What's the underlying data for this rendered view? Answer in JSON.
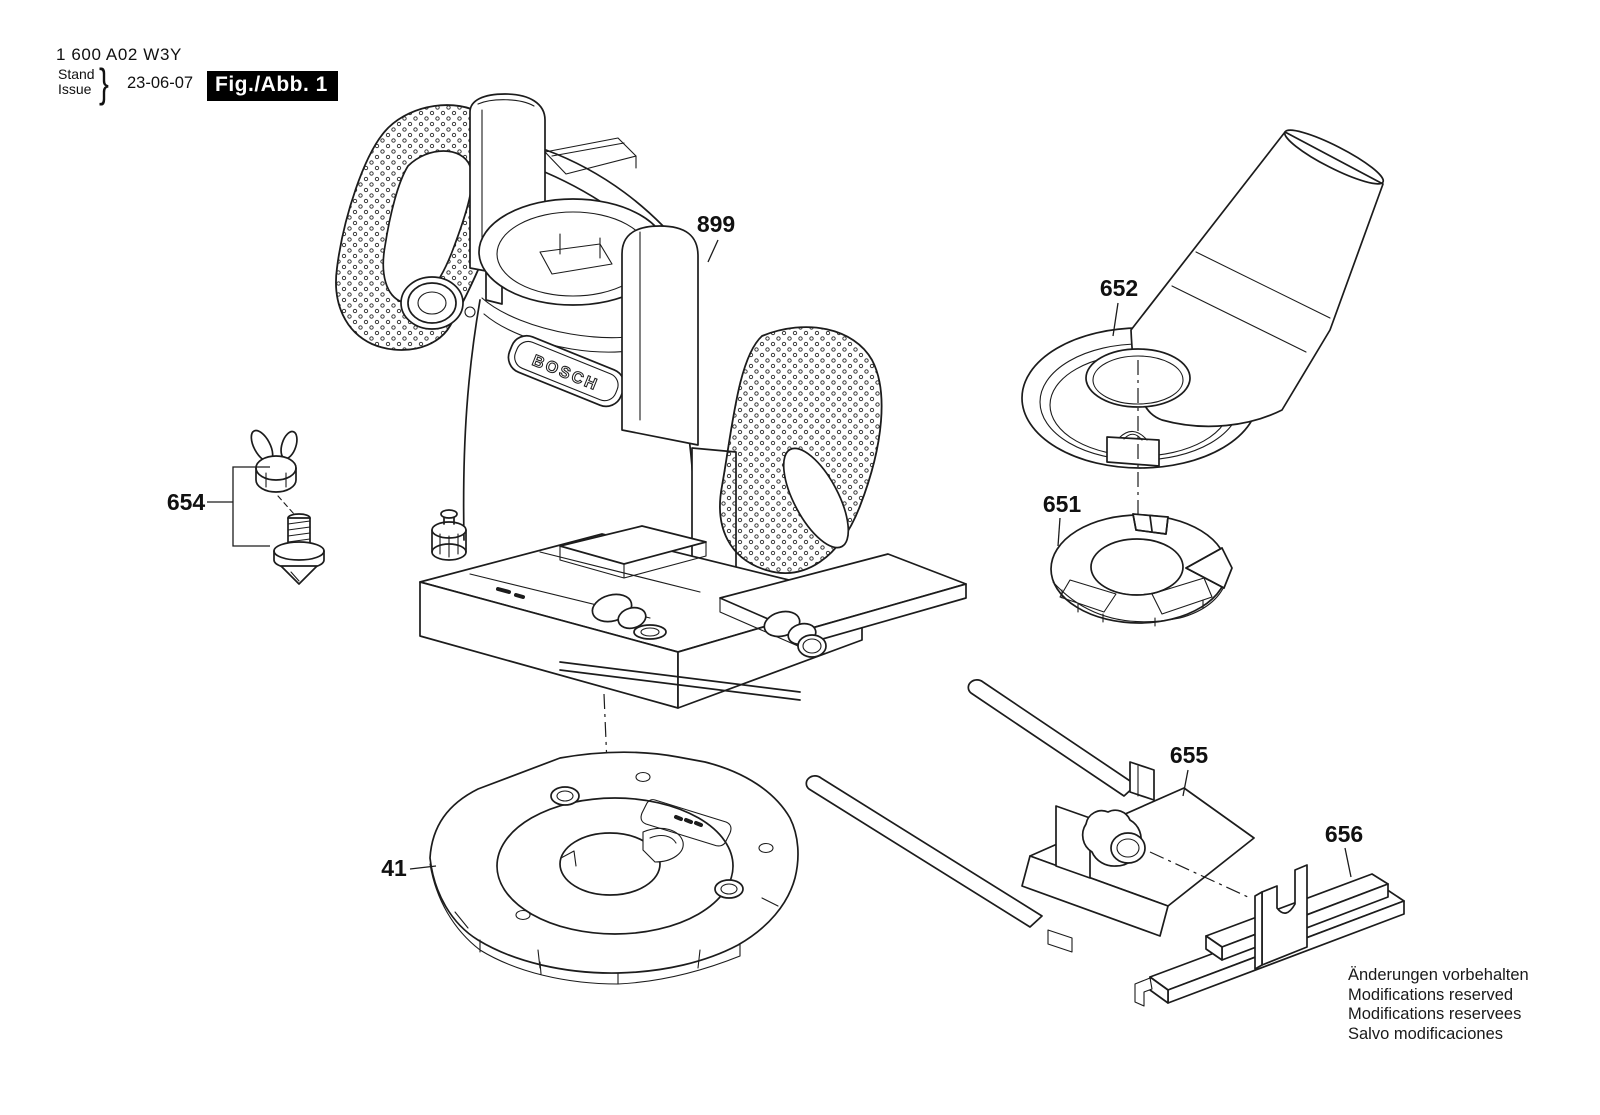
{
  "header": {
    "part_number": "1 600 A02 W3Y",
    "stand_label": "Stand",
    "issue_label": "Issue",
    "brace": "}",
    "issue_date": "23-06-07",
    "figure_label": "Fig./Abb. 1"
  },
  "diagram": {
    "brand_logo": "BOSCH",
    "callouts": [
      "899",
      "652",
      "651",
      "654",
      "41",
      "655",
      "656"
    ]
  },
  "footer": {
    "lines": [
      "Änderungen vorbehalten",
      "Modifications reserved",
      "Modifications reservees",
      "Salvo modificaciones"
    ]
  },
  "colors": {
    "line": "#1c1c1c",
    "background": "#ffffff",
    "figure_box_bg": "#000000",
    "figure_box_fg": "#ffffff"
  }
}
